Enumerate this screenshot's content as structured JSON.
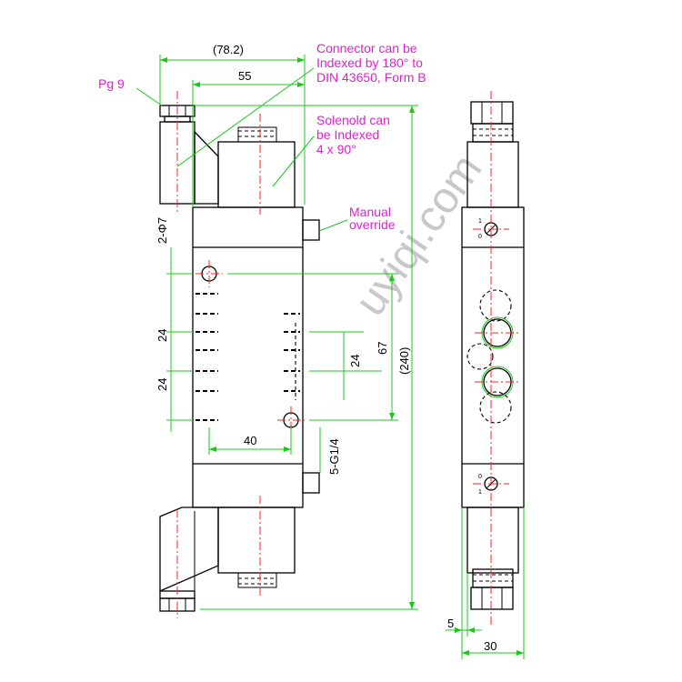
{
  "notes": {
    "connector": [
      "Connector can be",
      "Indexed by 180° to",
      "DIN 43650, Form B"
    ],
    "solenoid": [
      "Solenold can",
      "be Indexed",
      "4 x 90°"
    ],
    "manual": [
      "Manual",
      "override"
    ],
    "pg9": "Pg 9"
  },
  "dimensions": {
    "d782": "(78.2)",
    "d55": "55",
    "d2phi7": "2-Φ7",
    "d24a": "24",
    "d24b": "24",
    "d24c": "24",
    "d67": "67",
    "d240": "(240)",
    "d40": "40",
    "d5g14": "5-G1/4",
    "d5": "5",
    "d30": "30"
  },
  "port_marks": {
    "top_1": "1",
    "top_0": "0",
    "bot_0": "0",
    "bot_1": "1"
  },
  "watermark": "uyiqi.com",
  "colors": {
    "outline": "#000000",
    "dimension": "#19c819",
    "centerline": "#ff2020",
    "note": "#e020d0",
    "watermark": "#c8c8c8"
  }
}
